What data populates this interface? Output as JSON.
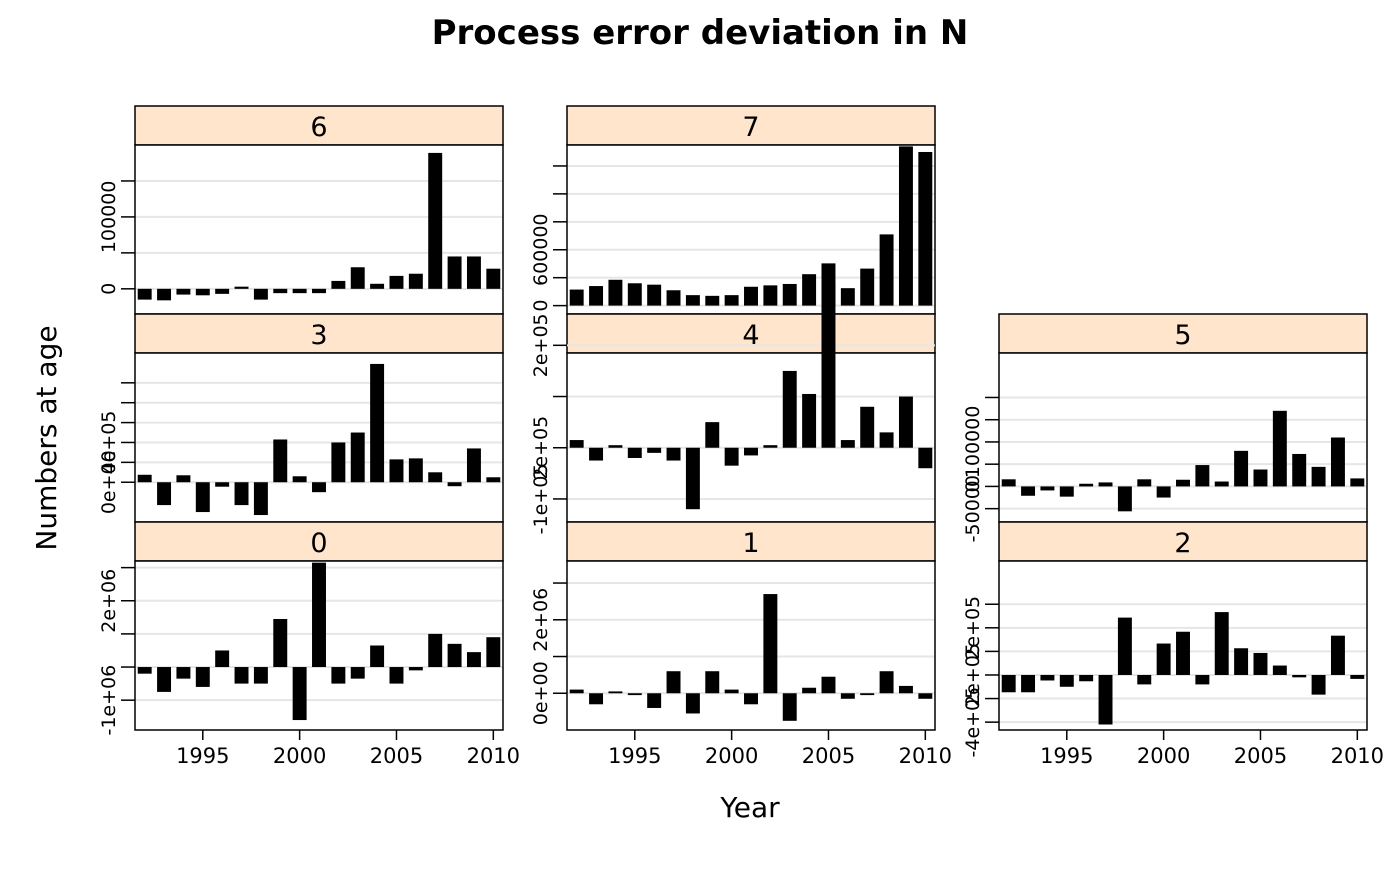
{
  "chart_data": {
    "type": "bar",
    "title": "Process error deviation in N",
    "xlabel": "Year",
    "ylabel": "Numbers at age",
    "strip_color": "#ffe5cc",
    "bar_color": "#000000",
    "grid": true,
    "years": [
      1992,
      1993,
      1994,
      1995,
      1996,
      1997,
      1998,
      1999,
      2000,
      2001,
      2002,
      2003,
      2004,
      2005,
      2006,
      2007,
      2008,
      2009,
      2010
    ],
    "panels": [
      {
        "name": "6",
        "ylim": [
          -35000,
          200000
        ],
        "yticks": [
          0,
          50000,
          100000,
          150000
        ],
        "yticklabels": [
          "0",
          "",
          "100000",
          ""
        ],
        "show_x_axis": false,
        "xticklabels": [],
        "values": [
          -15000,
          -16000,
          -8000,
          -9000,
          -7000,
          3000,
          -15000,
          -6000,
          -6000,
          -6000,
          11000,
          30000,
          7000,
          18000,
          21000,
          189000,
          45000,
          45000,
          28000
        ]
      },
      {
        "name": "7",
        "ylim": [
          -60000,
          1150000
        ],
        "yticks": [
          0,
          200000,
          400000,
          600000,
          800000,
          1000000
        ],
        "yticklabels": [
          "0",
          "",
          "600000",
          "",
          "",
          ""
        ],
        "show_x_axis": false,
        "xticklabels": [],
        "values": [
          115000,
          140000,
          185000,
          160000,
          150000,
          110000,
          75000,
          70000,
          75000,
          135000,
          145000,
          155000,
          225000,
          165000,
          125000,
          265000,
          510000,
          1140000,
          1100000
        ]
      },
      {
        "name": "3",
        "ylim": [
          -400000,
          1300000
        ],
        "yticks": [
          0,
          200000,
          400000,
          600000,
          800000,
          1000000
        ],
        "yticklabels": [
          "0e+00",
          "",
          "4e+05",
          "",
          "",
          ""
        ],
        "show_x_axis": false,
        "xticklabels": [],
        "values": [
          75000,
          -230000,
          70000,
          -300000,
          -45000,
          -230000,
          -330000,
          430000,
          60000,
          -100000,
          400000,
          500000,
          1190000,
          230000,
          240000,
          100000,
          -40000,
          340000,
          50000
        ]
      },
      {
        "name": "4",
        "ylim": [
          -1450000,
          1850000
        ],
        "yticks": [
          -1000000,
          0,
          1000000,
          2000000
        ],
        "yticklabels": [
          "-1e+05",
          "2e+05",
          "",
          "2e+05"
        ],
        "show_x_axis": false,
        "xticklabels": [],
        "values": [
          150000,
          -250000,
          50000,
          -200000,
          -100000,
          -250000,
          -1200000,
          500000,
          -350000,
          -150000,
          50000,
          1500000,
          1050000,
          3600000,
          150000,
          800000,
          300000,
          1000000,
          -400000
        ]
      },
      {
        "name": "5",
        "ylim": [
          -80000,
          300000
        ],
        "yticks": [
          -50000,
          0,
          50000,
          100000,
          150000,
          200000
        ],
        "yticklabels": [
          "-50000",
          "0",
          "",
          "100000",
          "",
          ""
        ],
        "show_x_axis": false,
        "xticklabels": [],
        "values": [
          16000,
          -21000,
          -9000,
          -23000,
          6000,
          9000,
          -56000,
          16000,
          -25000,
          15000,
          48000,
          11000,
          80000,
          38000,
          170000,
          73000,
          44000,
          110000,
          18000
        ]
      },
      {
        "name": "0",
        "ylim": [
          -1900000,
          3200000
        ],
        "yticks": [
          -1000000,
          0,
          1000000,
          2000000,
          3000000
        ],
        "yticklabels": [
          "-1e+06",
          "",
          "",
          "2e+06",
          ""
        ],
        "show_x_axis": true,
        "xticklabels": [
          "1995",
          "2000",
          "2005",
          "2010"
        ],
        "values": [
          -200000,
          -750000,
          -350000,
          -600000,
          500000,
          -500000,
          -500000,
          1450000,
          -1600000,
          3150000,
          -500000,
          -350000,
          650000,
          -500000,
          -100000,
          1000000,
          700000,
          450000,
          900000
        ]
      },
      {
        "name": "1",
        "ylim": [
          -1000000,
          3600000
        ],
        "yticks": [
          0,
          1000000,
          2000000,
          3000000
        ],
        "yticklabels": [
          "0e+00",
          "",
          "2e+06",
          ""
        ],
        "show_x_axis": true,
        "xticklabels": [
          "1995",
          "2000",
          "2005",
          "2010"
        ],
        "values": [
          100000,
          -300000,
          50000,
          -50000,
          -400000,
          600000,
          -550000,
          600000,
          100000,
          -300000,
          2700000,
          -750000,
          150000,
          450000,
          -150000,
          -50000,
          600000,
          200000,
          -150000
        ]
      },
      {
        "name": "2",
        "ylim": [
          -700000,
          1450000
        ],
        "yticks": [
          -600000,
          -300000,
          0,
          300000,
          600000,
          900000
        ],
        "yticklabels": [
          "-4e+05",
          "",
          "2e+05",
          "",
          "2e+05",
          ""
        ],
        "show_x_axis": true,
        "xticklabels": [
          "1995",
          "2000",
          "2005",
          "2010"
        ],
        "values": [
          -220000,
          -220000,
          -70000,
          -150000,
          -80000,
          -630000,
          730000,
          -120000,
          400000,
          550000,
          -120000,
          800000,
          340000,
          280000,
          120000,
          -30000,
          -250000,
          500000,
          -50000
        ]
      }
    ]
  }
}
